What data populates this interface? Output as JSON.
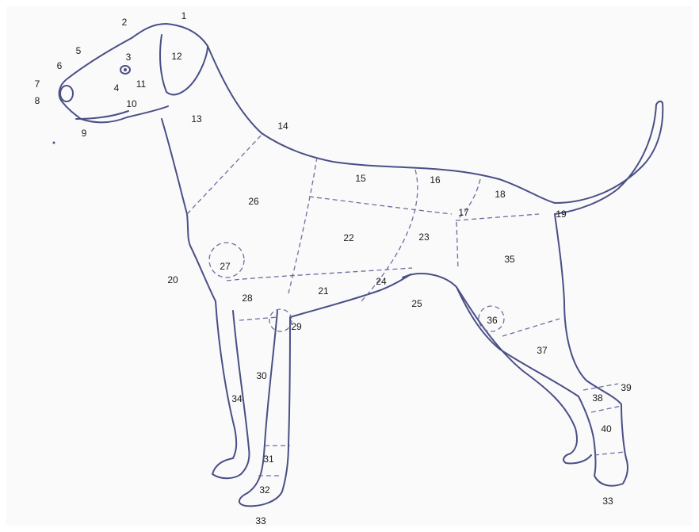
{
  "diagram": {
    "labels": [
      "1",
      "2",
      "3",
      "4",
      "5",
      "6",
      "7",
      "8",
      "9",
      "10",
      "11",
      "12",
      "13",
      "14",
      "15",
      "16",
      "17",
      "18",
      "19",
      "20",
      "21",
      "22",
      "23",
      "24",
      "25",
      "26",
      "27",
      "28",
      "29",
      "30",
      "31",
      "32",
      "33",
      "33",
      "34",
      "35",
      "36",
      "37",
      "38",
      "39",
      "40"
    ]
  }
}
